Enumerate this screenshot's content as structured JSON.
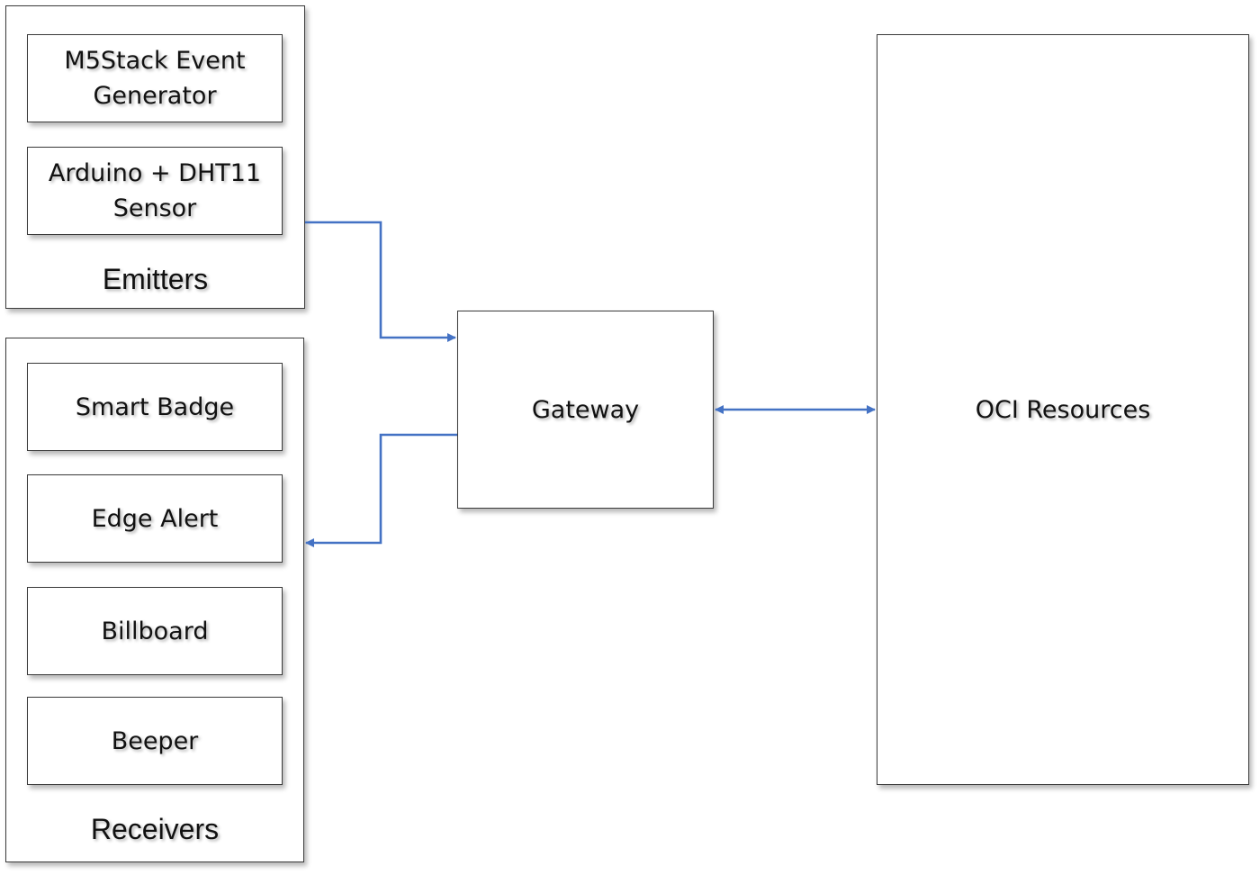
{
  "emitters": {
    "label": "Emitters",
    "items": [
      {
        "label": "M5Stack Event\nGenerator"
      },
      {
        "label": "Arduino + DHT11\nSensor"
      }
    ]
  },
  "receivers": {
    "label": "Receivers",
    "items": [
      {
        "label": "Smart Badge"
      },
      {
        "label": "Edge Alert"
      },
      {
        "label": "Billboard"
      },
      {
        "label": "Beeper"
      }
    ]
  },
  "gateway": {
    "label": "Gateway"
  },
  "oci": {
    "label": "OCI Resources"
  },
  "colors": {
    "connector": "#4472c4",
    "border": "#3a3a3a"
  }
}
